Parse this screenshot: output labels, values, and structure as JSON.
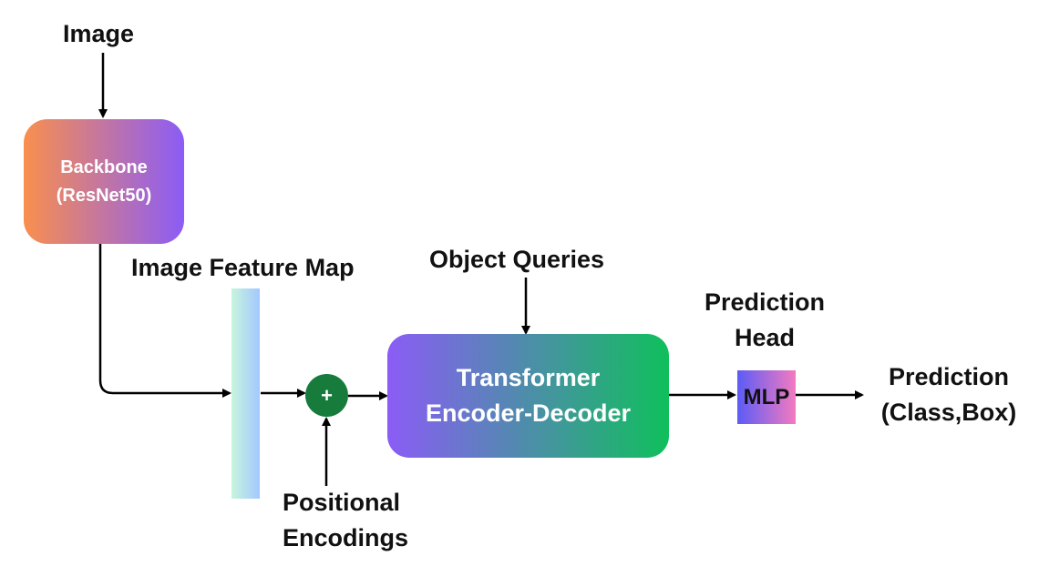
{
  "input": {
    "label": "Image"
  },
  "backbone": {
    "line1": "Backbone",
    "line2": "(ResNet50)",
    "gradient_start": "#f98f4e",
    "gradient_end": "#8b5cf6"
  },
  "feature_map": {
    "label": "Image Feature Map",
    "gradient_start": "#c8f5dd",
    "gradient_end": "#a3c8ff"
  },
  "add_node": {
    "symbol": "+",
    "color": "#177b3c"
  },
  "positional": {
    "line1": "Positional",
    "line2": "Encodings"
  },
  "object_queries": {
    "label": "Object Queries"
  },
  "transformer": {
    "line1": "Transformer",
    "line2": "Encoder-Decoder",
    "gradient_start": "#8b5cf6",
    "gradient_end": "#0fbf5c"
  },
  "prediction_head": {
    "line1": "Prediction",
    "line2": "Head"
  },
  "mlp": {
    "label": "MLP",
    "gradient_start": "#5b5cf6",
    "gradient_end": "#f37ac0"
  },
  "output": {
    "line1": "Prediction",
    "line2": "(Class,Box)"
  },
  "edge_color": "#000000"
}
